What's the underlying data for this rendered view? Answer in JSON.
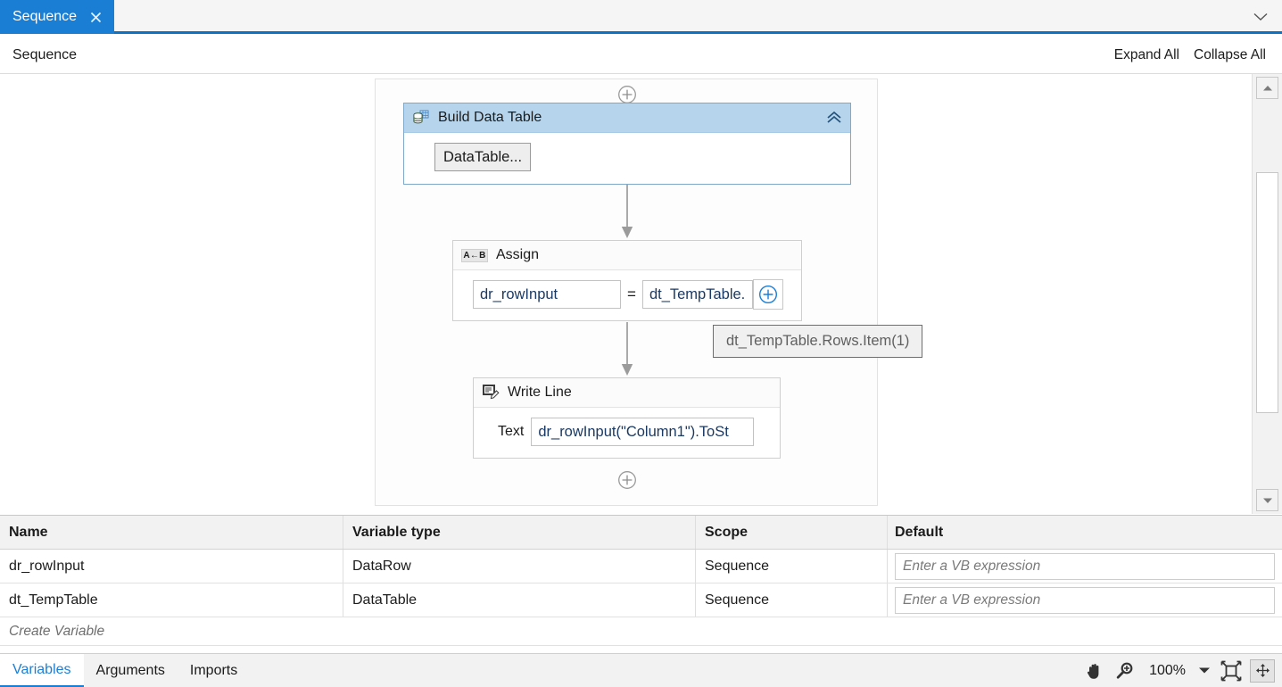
{
  "tabstrip": {
    "tab_label": "Sequence",
    "close_icon": "close-icon",
    "overflow_icon": "chevron-down-icon"
  },
  "breadcrumb": {
    "crumb": "Sequence",
    "expand_all": "Expand All",
    "collapse_all": "Collapse All"
  },
  "designer": {
    "activities": [
      {
        "title": "Build Data Table",
        "icon": "database-table-icon",
        "collapse_icon": "chevron-double-up-icon",
        "body_button": "DataTable...",
        "selected": true
      },
      {
        "title": "Assign",
        "icon": "assign-icon",
        "icon_text": "A←B",
        "left_value": "dr_rowInput",
        "operator": "=",
        "right_value": "dt_TempTable.",
        "plus_icon": "plus-circle-icon"
      },
      {
        "title": "Write Line",
        "icon": "write-line-icon",
        "text_label": "Text",
        "text_value": "dr_rowInput(\"Column1\").ToSt"
      }
    ],
    "add_button_top": "add-activity-icon",
    "add_button_bottom": "add-activity-icon",
    "intellisense_tooltip": "dt_TempTable.Rows.Item(1)"
  },
  "scrollbar": {
    "up_icon": "arrow-up-icon",
    "down_icon": "arrow-down-icon"
  },
  "variables": {
    "columns": [
      "Name",
      "Variable type",
      "Scope",
      "Default"
    ],
    "rows": [
      {
        "name": "dr_rowInput",
        "type": "DataRow",
        "scope": "Sequence",
        "default_placeholder": "Enter a VB expression"
      },
      {
        "name": "dt_TempTable",
        "type": "DataTable",
        "scope": "Sequence",
        "default_placeholder": "Enter a VB expression"
      }
    ],
    "create_row": "Create Variable"
  },
  "statusbar": {
    "tabs": [
      {
        "label": "Variables",
        "active": true
      },
      {
        "label": "Arguments",
        "active": false
      },
      {
        "label": "Imports",
        "active": false
      }
    ],
    "pan_icon": "hand-icon",
    "zoom_icon": "magnifier-plus-icon",
    "zoom_level": "100%",
    "zoom_caret_icon": "caret-down-icon",
    "fit_icon": "fit-to-screen-icon",
    "overview_icon": "overview-icon"
  },
  "colors": {
    "accent": "#1a7fd4",
    "tab_underline": "#0b72c4",
    "selected_activity_header": "#b6d5ec",
    "caret_orange": "#e07820"
  }
}
